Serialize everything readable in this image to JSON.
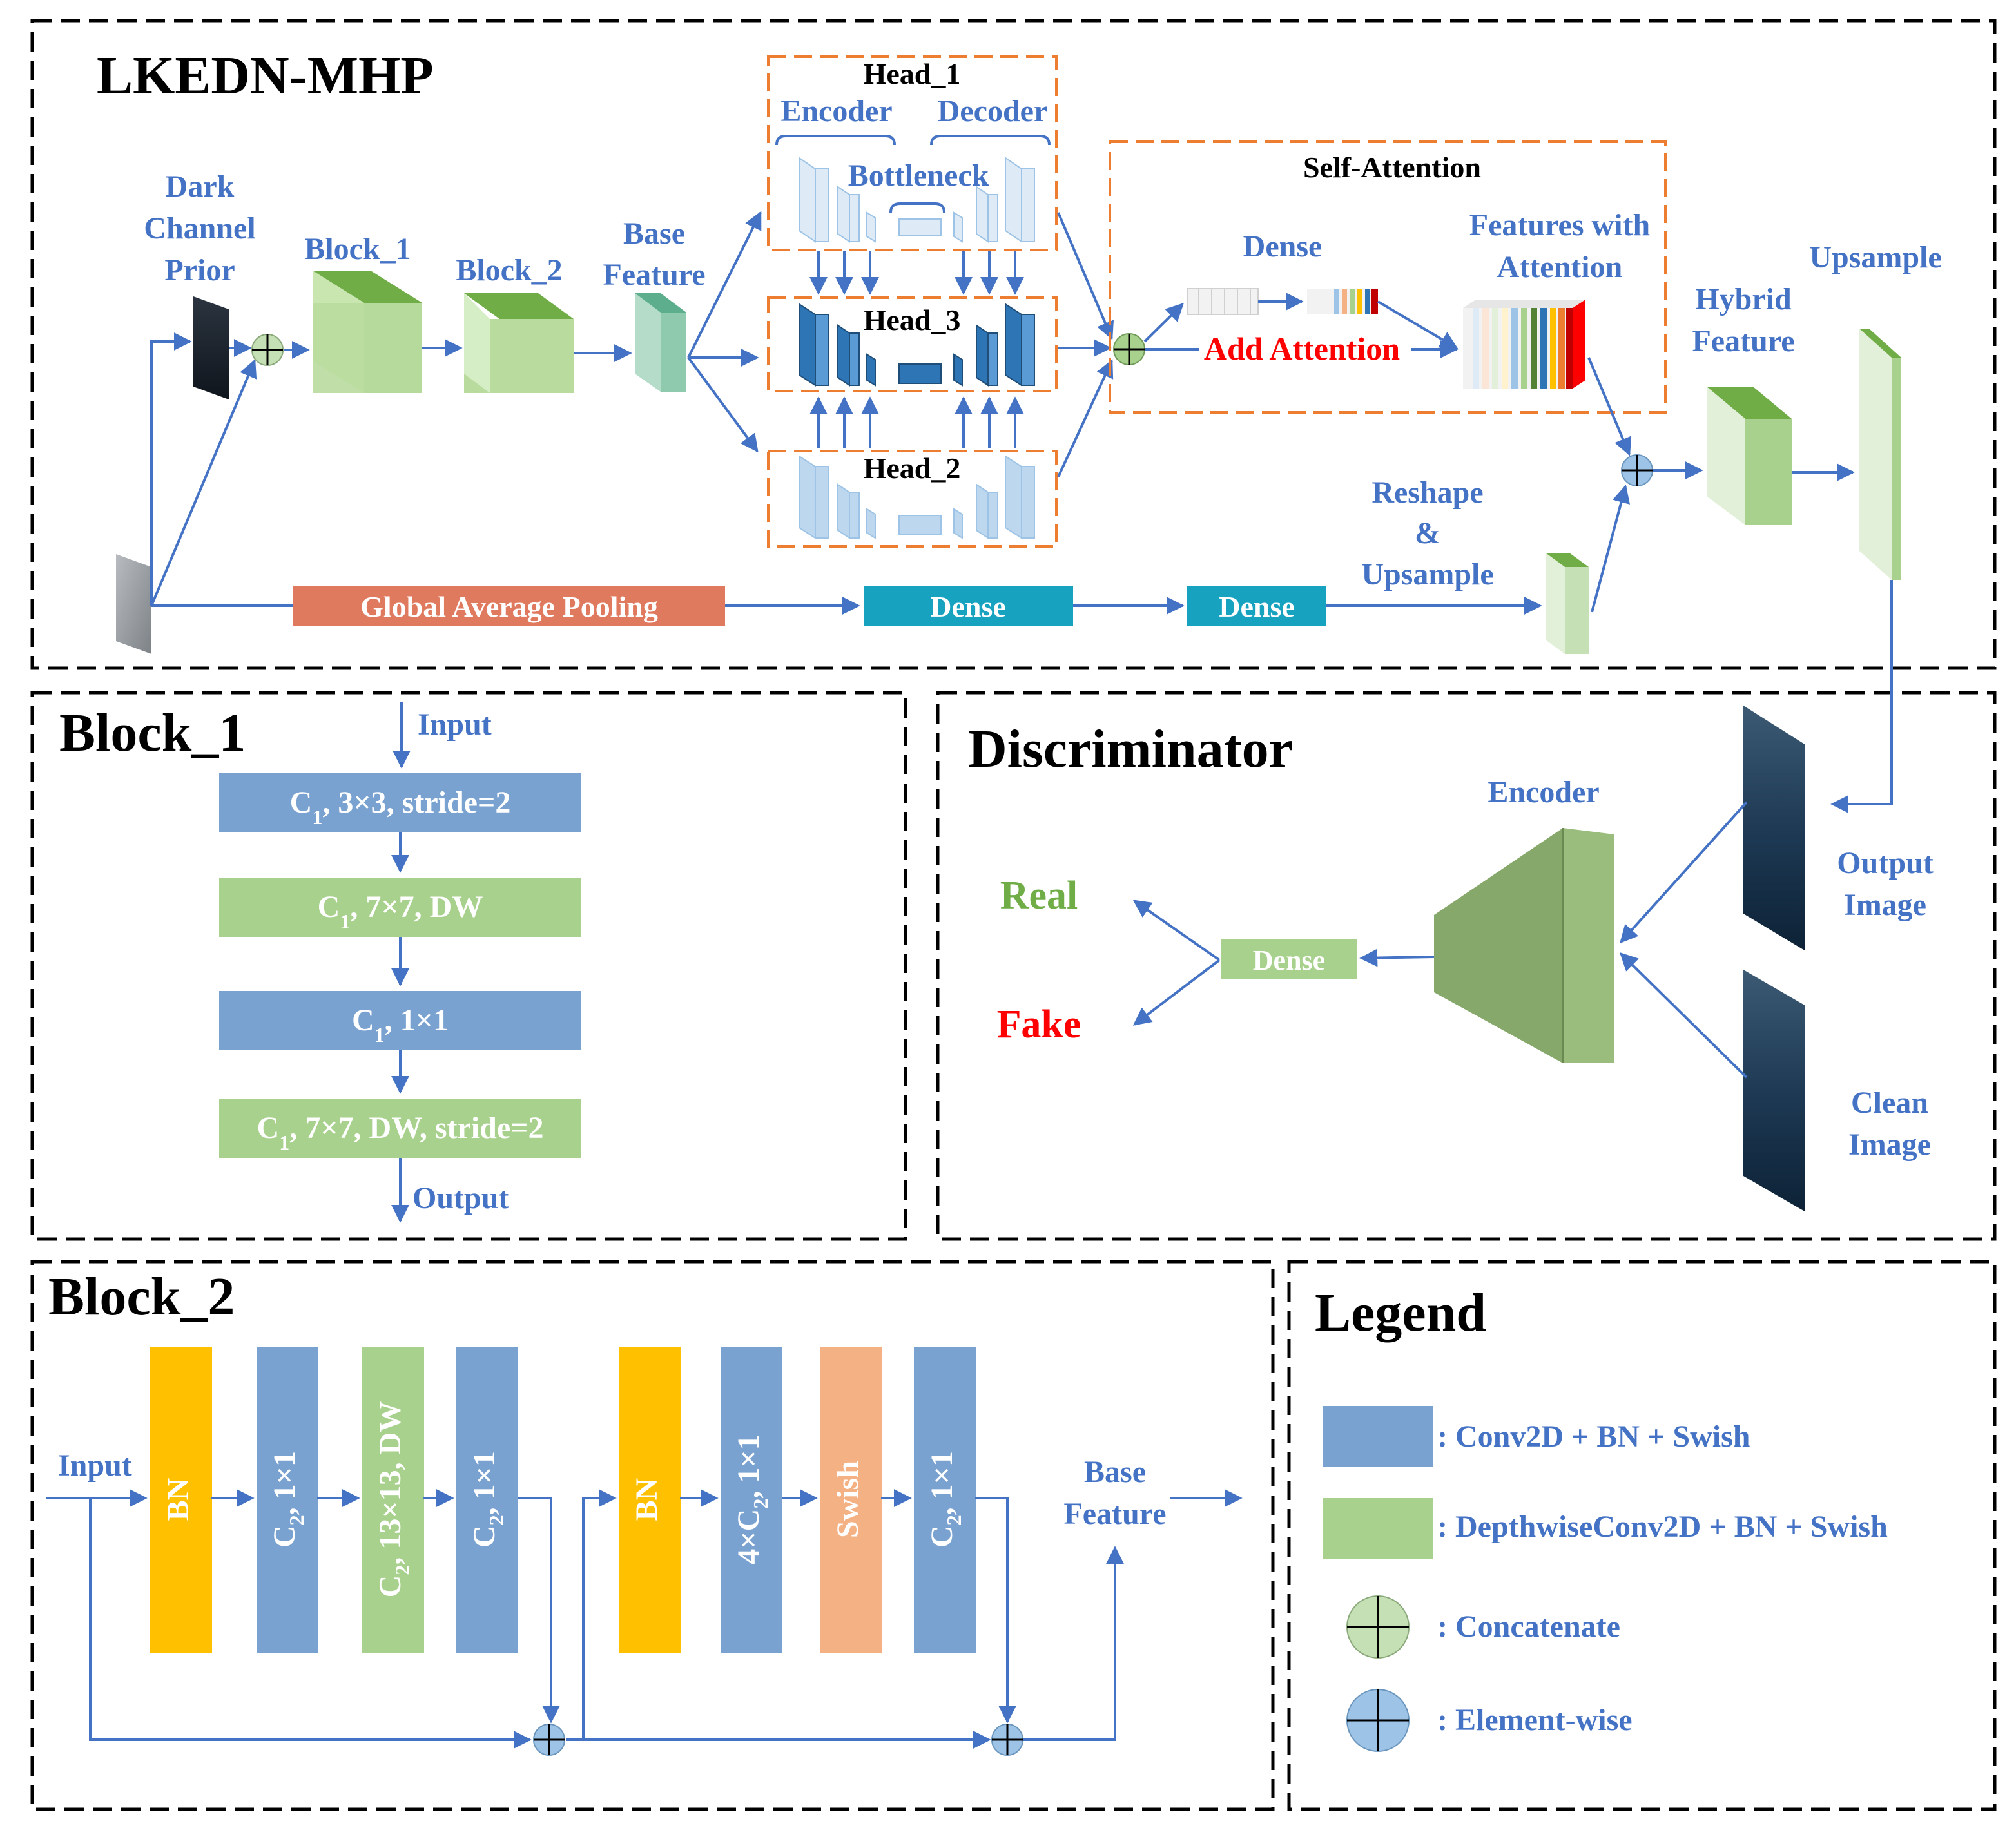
{
  "main": {
    "title": "LKEDN-MHP",
    "dark_channel": [
      "Dark",
      "Channel",
      "Prior"
    ],
    "block1": "Block_1",
    "block2": "Block_2",
    "base_feature": [
      "Base",
      "Feature"
    ],
    "head1": "Head_1",
    "head2": "Head_2",
    "head3": "Head_3",
    "encoder": "Encoder",
    "decoder": "Decoder",
    "bottleneck": "Bottleneck",
    "self_attention": "Self-Attention",
    "dense": "Dense",
    "features_attention": [
      "Features with",
      "Attention"
    ],
    "add_attention": "Add Attention",
    "hybrid_feature": [
      "Hybrid",
      "Feature"
    ],
    "upsample": "Upsample",
    "reshape": [
      "Reshape",
      "&",
      "Upsample"
    ],
    "gap": "Global Average Pooling",
    "dense_a": "Dense",
    "dense_b": "Dense"
  },
  "block1_panel": {
    "title": "Block_1",
    "input": "Input",
    "output": "Output",
    "rows": [
      {
        "pre": "C",
        "sub": "1",
        "post": ", 3×3, stride=2",
        "color": "#7AA2D0"
      },
      {
        "pre": "C",
        "sub": "1",
        "post": ", 7×7, DW",
        "color": "#A9D18E"
      },
      {
        "pre": "C",
        "sub": "1",
        "post": ", 1×1",
        "color": "#7AA2D0"
      },
      {
        "pre": "C",
        "sub": "1",
        "post": ", 7×7, DW, stride=2",
        "color": "#A9D18E"
      }
    ]
  },
  "discriminator": {
    "title": "Discriminator",
    "encoder": "Encoder",
    "real": "Real",
    "fake": "Fake",
    "dense": "Dense",
    "output_image": [
      "Output",
      "Image"
    ],
    "clean_image": [
      "Clean",
      "Image"
    ]
  },
  "block2_panel": {
    "title": "Block_2",
    "input": "Input",
    "base_feature": [
      "Base",
      "Feature"
    ],
    "bars": [
      {
        "pre": "BN",
        "sub": "",
        "post": "",
        "color": "#FFC000"
      },
      {
        "pre": "C",
        "sub": "2",
        "post": ", 1×1",
        "color": "#7AA2D0"
      },
      {
        "pre": "C",
        "sub": "2",
        "post": ", 13×13, DW",
        "color": "#A9D18E"
      },
      {
        "pre": "C",
        "sub": "2",
        "post": ", 1×1",
        "color": "#7AA2D0"
      },
      {
        "pre": "BN",
        "sub": "",
        "post": "",
        "color": "#FFC000"
      },
      {
        "pre": "4×C",
        "sub": "2",
        "post": ", 1×1",
        "color": "#7AA2D0"
      },
      {
        "pre": "Swish",
        "sub": "",
        "post": "",
        "color": "#F4B183"
      },
      {
        "pre": "C",
        "sub": "2",
        "post": ", 1×1",
        "color": "#7AA2D0"
      }
    ]
  },
  "legend": {
    "title": "Legend",
    "items": [
      {
        "label": ": Conv2D + BN + Swish",
        "color": "#7AA2D0"
      },
      {
        "label": ": DepthwiseConv2D + BN + Swish",
        "color": "#A9D18E"
      },
      {
        "label": ": Concatenate",
        "color": "#C5E0B4"
      },
      {
        "label": ": Element-wise",
        "color": "#9DC3E6"
      }
    ]
  },
  "colors": {
    "accent_blue": "#4472C4",
    "green_block": "#A9D18E",
    "conv_blue": "#7AA2D0",
    "gap_orange": "#E07A5F",
    "dense_teal": "#17A2C0",
    "attention_red": "#FF0000",
    "real_green": "#70AD47"
  }
}
